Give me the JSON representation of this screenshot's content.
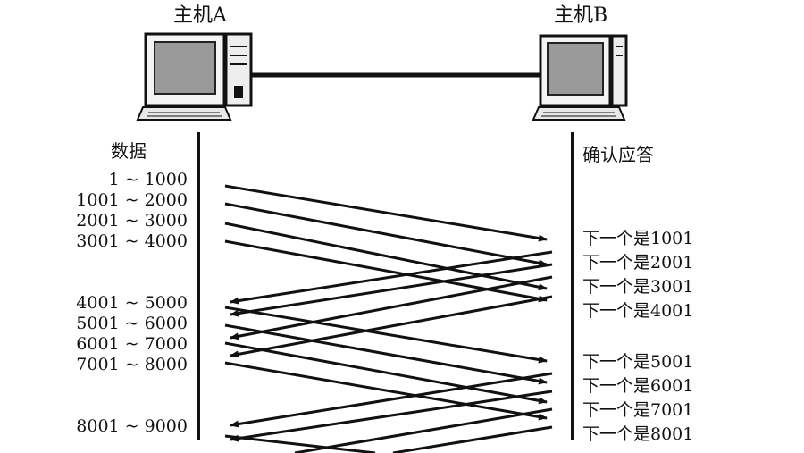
{
  "hosts": {
    "a": "主机A",
    "b": "主机B"
  },
  "left_header": "数据",
  "right_header": "确认应答",
  "data_segments": [
    "1 ~ 1000",
    "1001 ~ 2000",
    "2001 ~ 3000",
    "3001 ~ 4000",
    "4001 ~ 5000",
    "5001 ~ 6000",
    "6001 ~ 7000",
    "7001 ~ 8000",
    "8001 ~ 9000"
  ],
  "acks": [
    "下一个是1001",
    "下一个是2001",
    "下一个是3001",
    "下一个是4001",
    "下一个是5001",
    "下一个是6001",
    "下一个是7001",
    "下一个是8001"
  ]
}
